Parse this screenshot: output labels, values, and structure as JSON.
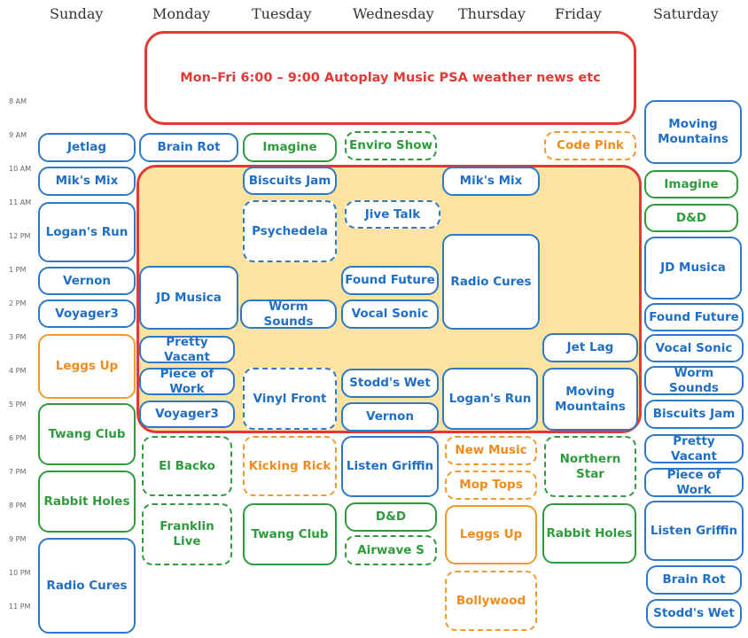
{
  "days": [
    "Sunday",
    "Monday",
    "Tuesday",
    "Wednesday",
    "Thursday",
    "Friday",
    "Saturday"
  ],
  "hours": [
    "8 AM",
    "9 AM",
    "10 AM",
    "11 AM",
    "12 PM",
    "1 PM",
    "2 PM",
    "3 PM",
    "4 PM",
    "5 PM",
    "6 PM",
    "7 PM",
    "8 PM",
    "9 PM",
    "10 PM",
    "11 PM"
  ],
  "banner": "Mon–Fri 6:00 – 9:00 Autoplay Music PSA weather news etc",
  "colors": {
    "blue": "#2e78c8",
    "green": "#2f9b3c",
    "orange": "#ef9a2d",
    "red": "#e13a36",
    "highlight": "#fce39f"
  },
  "blocks": {
    "sun": [
      "Jetlag",
      "Mik's Mix",
      "Logan's Run",
      "Vernon",
      "Voyager3",
      "Leggs Up",
      "Twang Club",
      "Rabbit Holes",
      "Radio Cures"
    ],
    "mon": [
      "Brain Rot",
      "JD Musica",
      "Pretty Vacant",
      "Piece of Work",
      "Voyager3",
      "El Backo",
      "Franklin Live"
    ],
    "tue": [
      "Imagine",
      "Biscuits Jam",
      "Psychedela",
      "Worm Sounds",
      "Vinyl Front",
      "Kicking Rick",
      "Twang Club"
    ],
    "wed": [
      "Enviro Show",
      "Jive Talk",
      "Found Future",
      "Vocal Sonic",
      "Stodd's Wet",
      "Vernon",
      "Listen Griffin",
      "D&D",
      "Airwave S"
    ],
    "thu": [
      "Mik's Mix",
      "Radio Cures",
      "Logan's Run",
      "New Music",
      "Mop Tops",
      "Leggs Up",
      "Bollywood"
    ],
    "fri": [
      "Code Pink",
      "Jet Lag",
      "Moving Mountains",
      "Northern Star",
      "Rabbit Holes"
    ],
    "sat": [
      "Moving Mountains",
      "Imagine",
      "D&D",
      "JD Musica",
      "Found Future",
      "Vocal Sonic",
      "Worm Sounds",
      "Biscuits Jam",
      "Pretty Vacant",
      "Piece of Work",
      "Listen Griffin",
      "Brain Rot",
      "Stodd's Wet"
    ]
  }
}
